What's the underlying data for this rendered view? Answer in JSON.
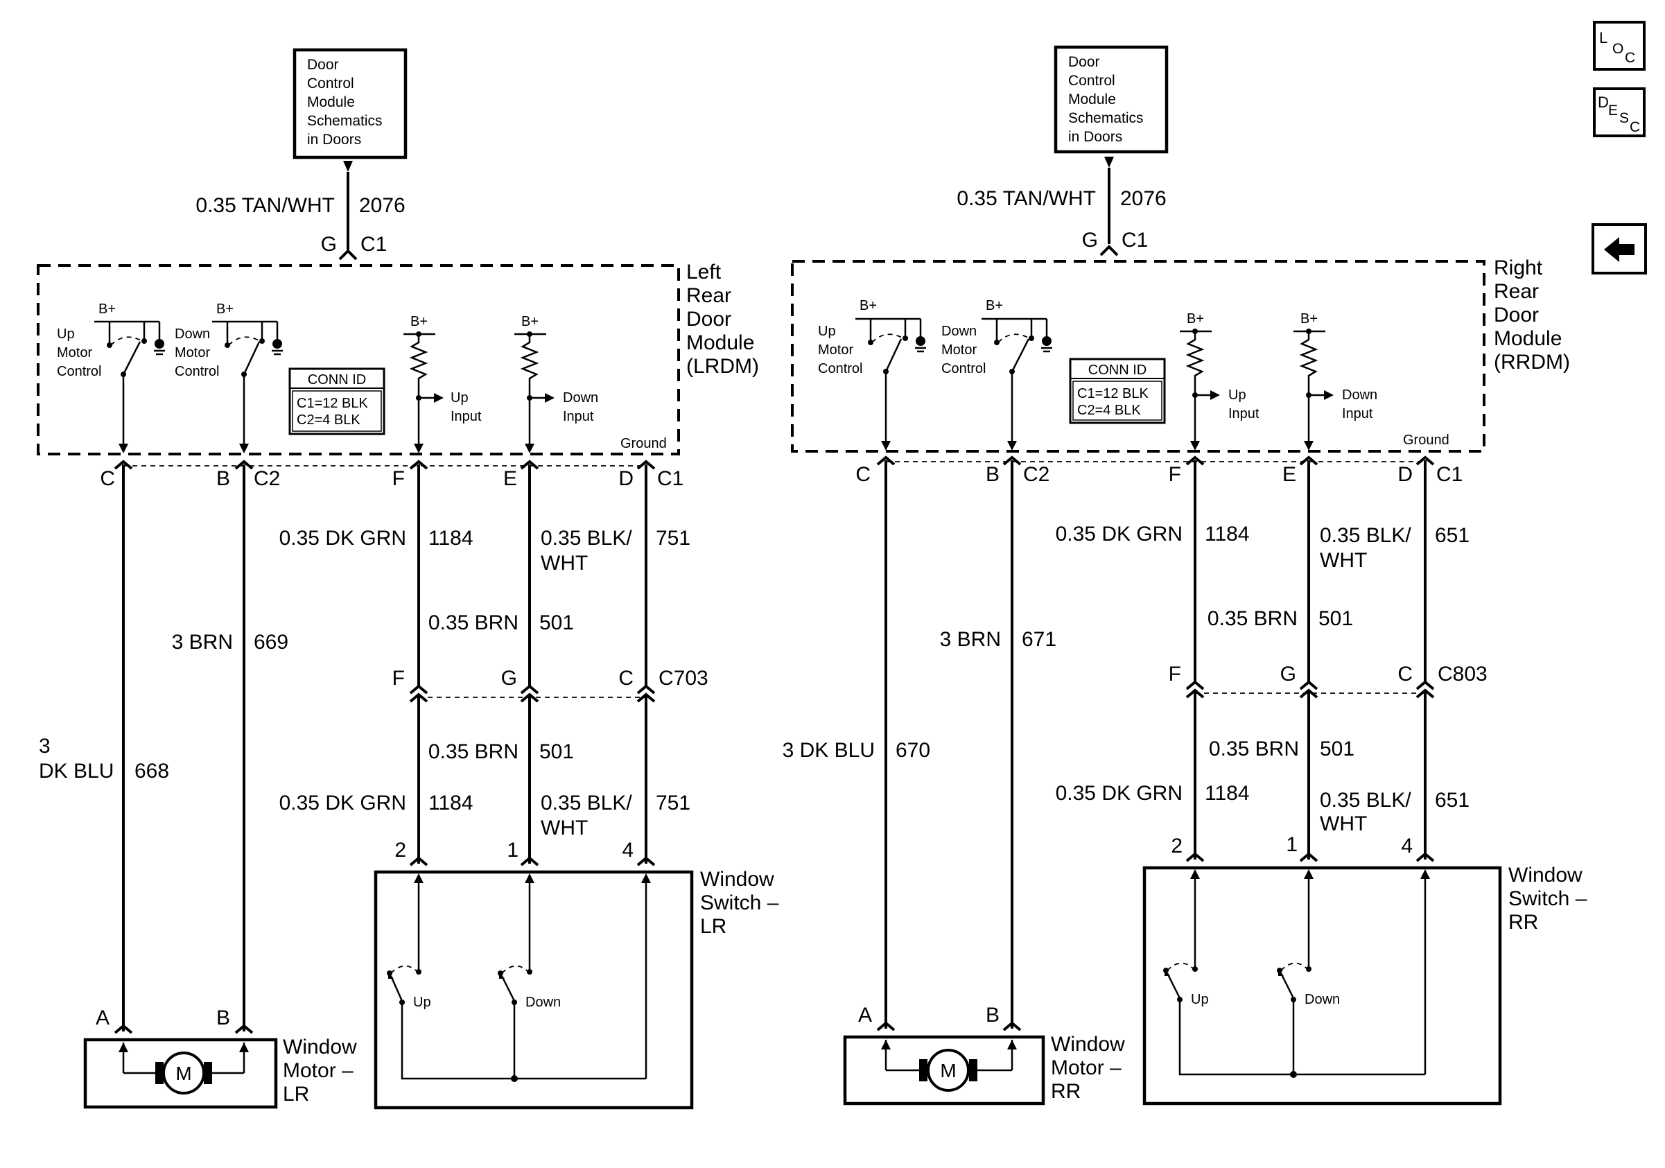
{
  "icons": {
    "loc": {
      "big": "L",
      "small": "OC"
    },
    "desc": {
      "big": "D",
      "small": "ESC"
    },
    "back": "back-arrow-icon"
  },
  "common": {
    "dcm_box": [
      "Door",
      "Control",
      "Module",
      "Schematics",
      "in Doors"
    ],
    "feed_color": "0.35 TAN/WHT",
    "feed_circuit": "2076",
    "feed_pin": "G",
    "feed_conn": "C1",
    "b_plus": "B+",
    "up_motor": [
      "Up",
      "Motor",
      "Control"
    ],
    "down_motor": [
      "Down",
      "Motor",
      "Control"
    ],
    "conn_id_title": "CONN ID",
    "conn_id_lines": [
      "C1=12 BLK",
      "C2=4 BLK"
    ],
    "up_input": [
      "Up",
      "Input"
    ],
    "down_input": [
      "Down",
      "Input"
    ],
    "ground": "Ground",
    "switch_up": "Up",
    "switch_down": "Down",
    "motor_symbol": "M"
  },
  "left": {
    "module_name": [
      "Left",
      "Rear",
      "Door",
      "Module",
      "(LRDM)"
    ],
    "pins_top": {
      "c": "C",
      "b": "B",
      "c2": "C2",
      "f": "F",
      "e": "E",
      "d": "D",
      "c1": "C1"
    },
    "up_motor_wire": {
      "color": [
        "3",
        "DK BLU"
      ],
      "circuit": "668"
    },
    "down_motor_wire": {
      "color": "3 BRN",
      "circuit": "669"
    },
    "upper_wires": {
      "f_color": "0.35 DK GRN",
      "f_circuit": "1184",
      "e_color": [
        "0.35 BLK/",
        "WHT"
      ],
      "e_circuit": "751",
      "mid_color": "0.35 BRN",
      "mid_circuit": "501"
    },
    "inline_conn": {
      "f": "F",
      "g": "G",
      "c": "C",
      "name": "C703"
    },
    "lower_wires": {
      "brn_color": "0.35 BRN",
      "brn_circuit": "501",
      "grn_color": "0.35 DK GRN",
      "grn_circuit": "1184",
      "blk_color": [
        "0.35 BLK/",
        "WHT"
      ],
      "blk_circuit": "751"
    },
    "switch_pins": {
      "p2": "2",
      "p1": "1",
      "p4": "4"
    },
    "switch_name": [
      "Window",
      "Switch –",
      "LR"
    ],
    "motor_pins": {
      "a": "A",
      "b": "B"
    },
    "motor_name": [
      "Window",
      "Motor –",
      "LR"
    ]
  },
  "right": {
    "module_name": [
      "Right",
      "Rear",
      "Door",
      "Module",
      "(RRDM)"
    ],
    "pins_top": {
      "c": "C",
      "b": "B",
      "c2": "C2",
      "f": "F",
      "e": "E",
      "d": "D",
      "c1": "C1"
    },
    "up_motor_wire": {
      "color": "3 DK BLU",
      "circuit": "670"
    },
    "down_motor_wire": {
      "color": "3 BRN",
      "circuit": "671"
    },
    "upper_wires": {
      "f_color": "0.35 DK GRN",
      "f_circuit": "1184",
      "e_color": [
        "0.35 BLK/",
        "WHT"
      ],
      "e_circuit": "651",
      "mid_color": "0.35 BRN",
      "mid_circuit": "501"
    },
    "inline_conn": {
      "f": "F",
      "g": "G",
      "c": "C",
      "name": "C803"
    },
    "lower_wires": {
      "brn_color": "0.35 BRN",
      "brn_circuit": "501",
      "grn_color": "0.35 DK GRN",
      "grn_circuit": "1184",
      "blk_color": [
        "0.35 BLK/",
        "WHT"
      ],
      "blk_circuit": "651"
    },
    "switch_pins": {
      "p2": "2",
      "p1": "1",
      "p4": "4"
    },
    "switch_name": [
      "Window",
      "Switch –",
      "RR"
    ],
    "motor_pins": {
      "a": "A",
      "b": "B"
    },
    "motor_name": [
      "Window",
      "Motor –",
      "RR"
    ]
  }
}
